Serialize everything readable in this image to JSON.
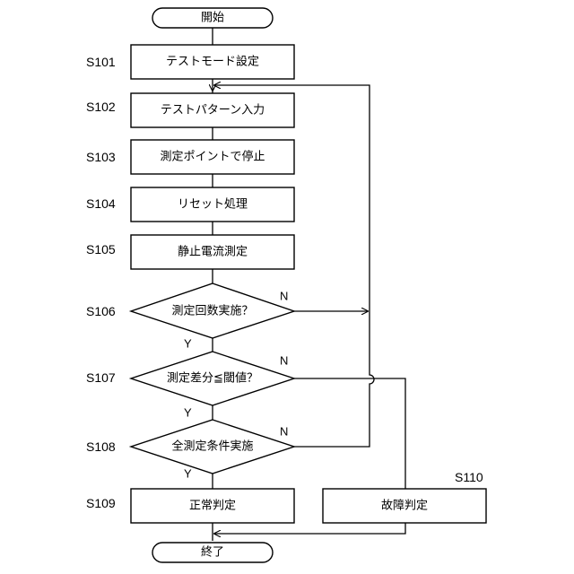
{
  "nodes": {
    "start": "開始",
    "s101": "テストモード設定",
    "s102": "テストパターン入力",
    "s103": "測定ポイントで停止",
    "s104": "リセット処理",
    "s105": "静止電流測定",
    "s106": "測定回数実施？",
    "s107": "測定差分≦閾値？",
    "s108": "全測定条件実施",
    "s109": "正常判定",
    "s110": "故障判定",
    "end": "終了"
  },
  "steps": {
    "s101": "S101",
    "s102": "S102",
    "s103": "S103",
    "s104": "S104",
    "s105": "S105",
    "s106": "S106",
    "s107": "S107",
    "s108": "S108",
    "s109": "S109",
    "s110": "S110"
  },
  "branches": {
    "yes": "Y",
    "no": "N"
  }
}
